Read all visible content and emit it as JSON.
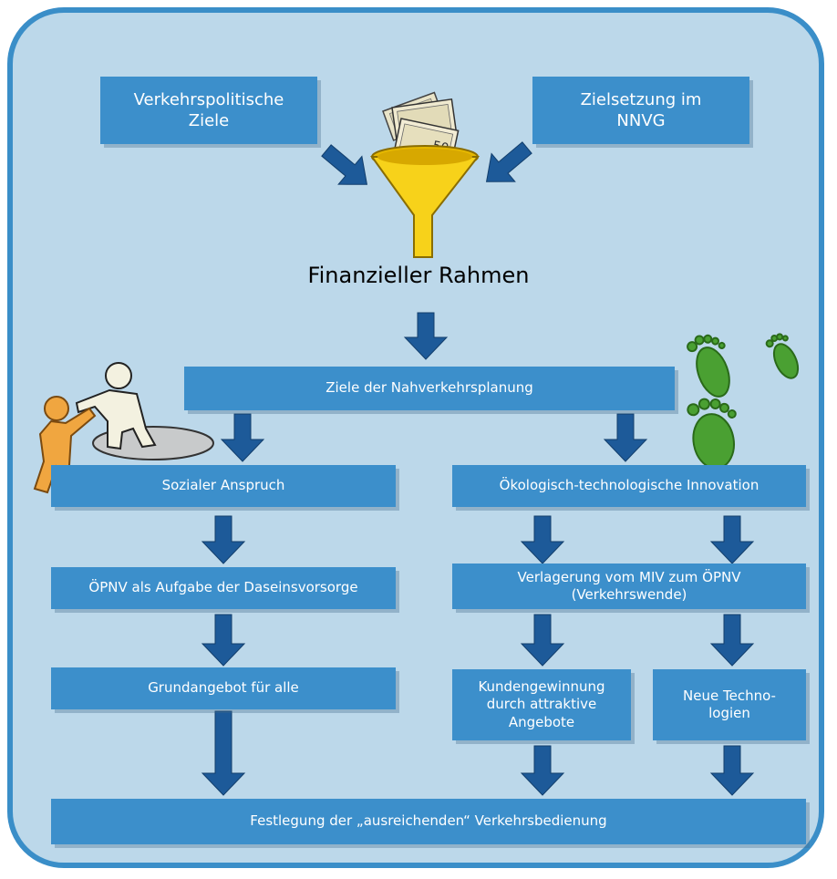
{
  "boxes": {
    "top_left": "Verkehrspolitische\nZiele",
    "top_right": "Zielsetzung im\nNNVG",
    "main": "Ziele der Nahverkehrsplanung",
    "social": "Sozialer Anspruch",
    "eco": "Ökologisch-technologische Innovation",
    "oepnv": "ÖPNV als Aufgabe der Daseinsvorsorge",
    "verlagerung": "Verlagerung vom MIV zum ÖPNV\n(Verkehrswende)",
    "grund": "Grundangebot für alle",
    "kunden": "Kundengewinnung\ndurch attraktive\nAngebote",
    "tech": "Neue Techno-\nlogien",
    "bottom": "Festlegung der „ausreichenden“ Verkehrsbedienung"
  },
  "title": "Finanzieller Rahmen",
  "money_label": "50",
  "colors": {
    "panel_bg": "#bcd8ea",
    "panel_border": "#3a8ec8",
    "box_fill": "#3c8fcb",
    "arrow": "#1d5a99",
    "funnel": "#f7d21a",
    "footprint": "#4aa032",
    "person_orange": "#f0a640",
    "person_white": "#f3f1e0"
  }
}
